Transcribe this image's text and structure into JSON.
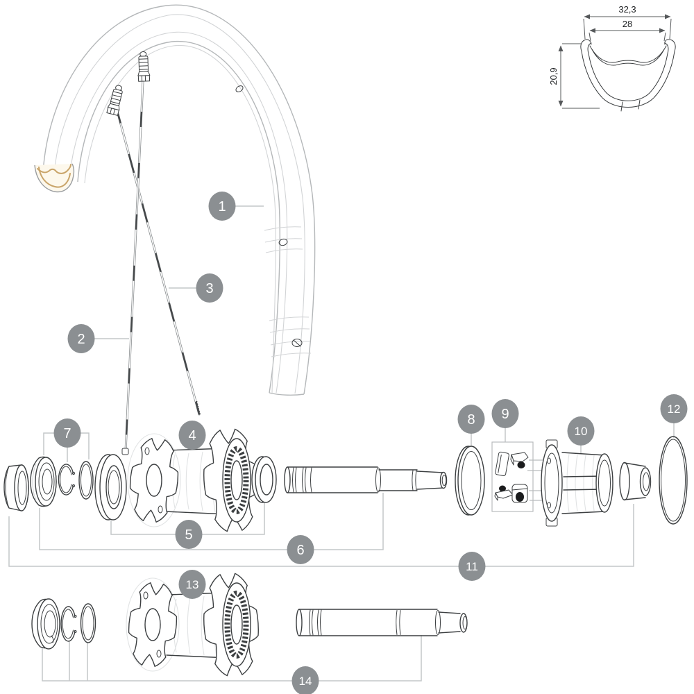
{
  "callouts": [
    {
      "number": "1"
    },
    {
      "number": "2"
    },
    {
      "number": "3"
    },
    {
      "number": "4"
    },
    {
      "number": "5"
    },
    {
      "number": "6"
    },
    {
      "number": "7"
    },
    {
      "number": "8"
    },
    {
      "number": "9"
    },
    {
      "number": "10"
    },
    {
      "number": "11"
    },
    {
      "number": "12"
    },
    {
      "number": "13"
    },
    {
      "number": "14"
    }
  ],
  "dims": {
    "outer_width": "32,3",
    "inner_width": "28",
    "depth": "20,9"
  },
  "colors": {
    "callout_fill": "#8b8f92",
    "leader": "#c4c7c9",
    "ink": "#3c3f41",
    "rim_ghost": "#c9ccce",
    "rim_cut_highlight": "#c9a469"
  }
}
